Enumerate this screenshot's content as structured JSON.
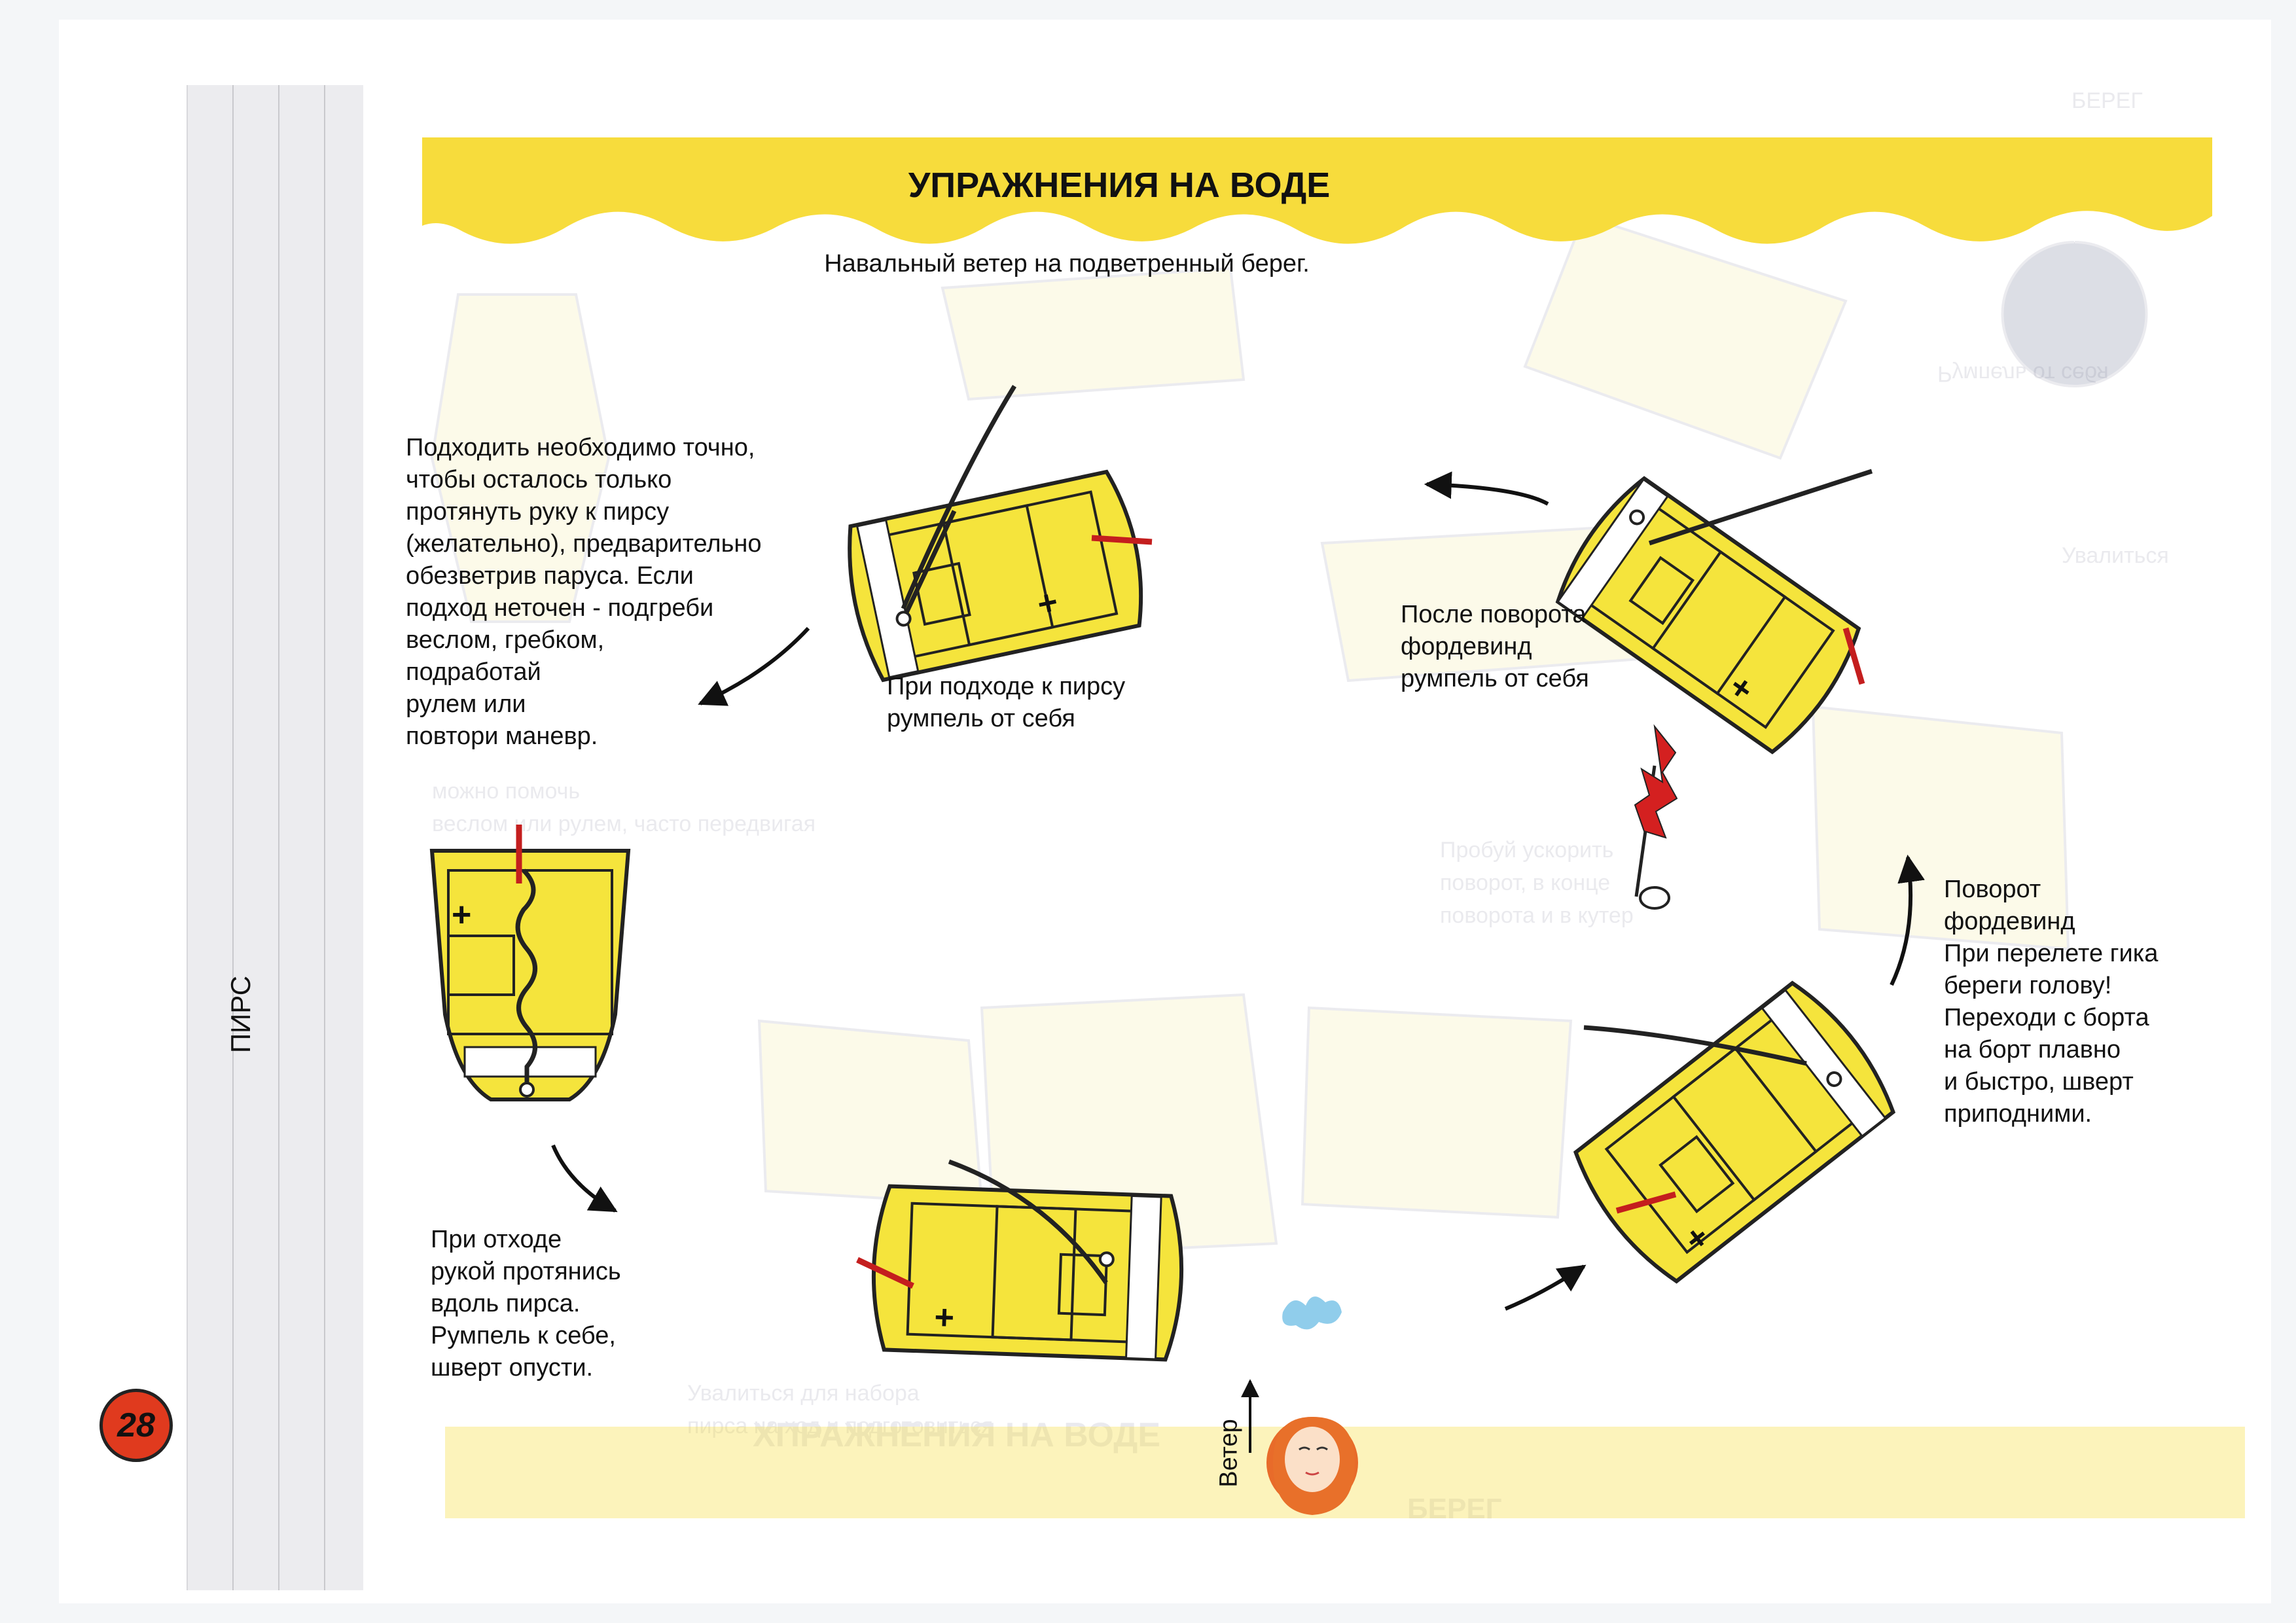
{
  "page": {
    "number": "28"
  },
  "header": {
    "title": "УПРАЖНЕНИЯ НА ВОДЕ",
    "subtitle": "Навальный ветер на подветренный берег."
  },
  "pier": {
    "label": "ПИРС"
  },
  "wind": {
    "label": "Ветер"
  },
  "notes": {
    "approach": "Подходить необходимо точно,\nчтобы осталось только\nпротянуть руку к пирсу\n(желательно), предварительно\nобезветрив паруса. Если\nподход неточен - подгреби\nвеслом, гребком,\nподработай\nрулем или\nповтори маневр.",
    "at_pier": "При подходе к пирсу\nрумпель от себя",
    "after_jibe": "После поворота\nфордевинд\nрумпель от себя",
    "jibe": "Поворот\nфордевинд\nПри перелете гика\nбереги голову!\nПереходи с борта\nна борт плавно\nи быстро, шверт\nприподними.",
    "departure": "При отходе\nрукой протянись\nвдоль пирса.\nРумпель к себе,\nшверт опусти."
  },
  "colors": {
    "band": "#f7dc3c",
    "hull": "#f5e43c",
    "tiller": "#c41e1e",
    "page_badge": "#e03a1e"
  }
}
